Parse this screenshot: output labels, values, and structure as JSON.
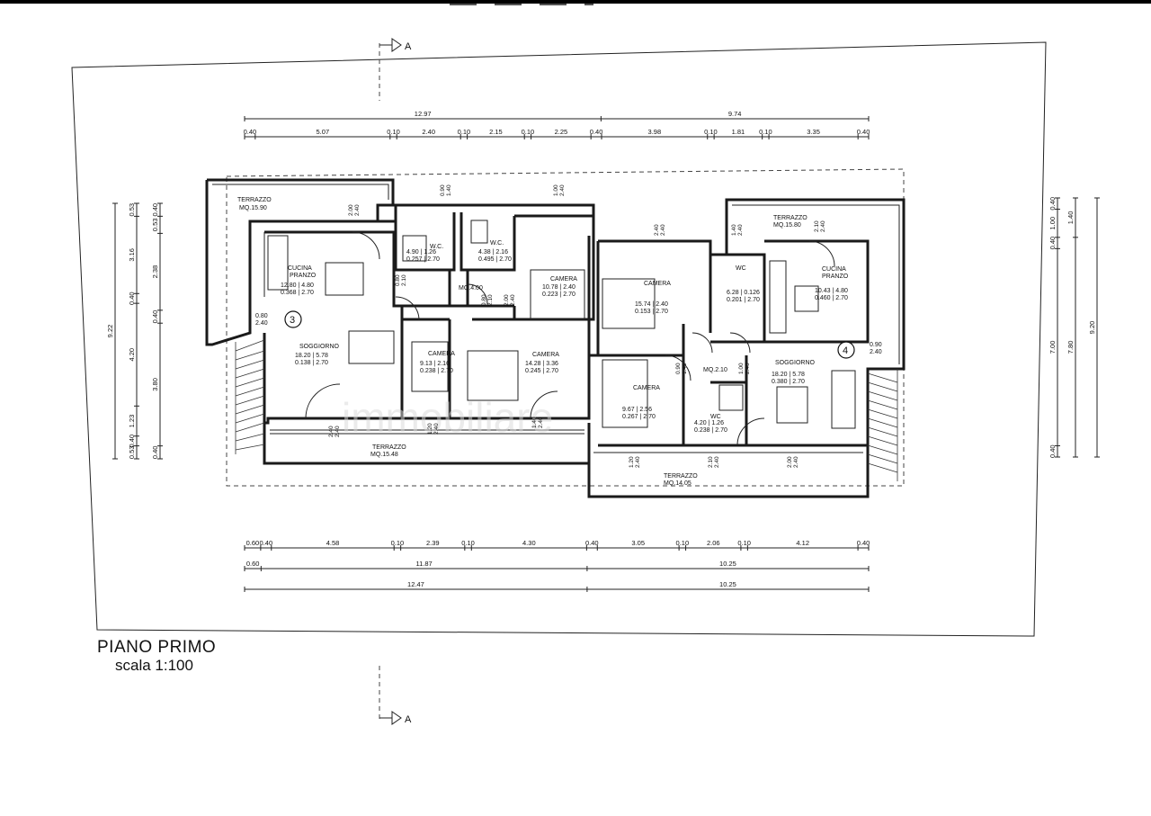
{
  "drawing": {
    "title": "PIANO PRIMO",
    "scale": "scala 1:100",
    "section_marker": "A"
  },
  "rooms": [
    {
      "id": "terrazzo-1",
      "name": "TERRAZZO",
      "area": "MQ.15.90"
    },
    {
      "id": "cucina-1",
      "name": "CUCINA\nPRANZO",
      "dims": [
        "12.80 | 4.80",
        "0.368 | 2.70"
      ]
    },
    {
      "id": "soggiorno-1",
      "name": "SOGGIORNO",
      "dims": [
        "18.20 | 5.78",
        "0.138 | 2.70"
      ]
    },
    {
      "id": "wc-1",
      "name": "W.C.",
      "dims": [
        "4.90 | 1.26",
        "0.257 | 2.70"
      ]
    },
    {
      "id": "wc-2",
      "name": "W.C.",
      "dims": [
        "4.38 | 2.16",
        "0.495 | 2.70"
      ]
    },
    {
      "id": "disimpegno-1",
      "name": "",
      "area": "MQ.4.00"
    },
    {
      "id": "camera-1",
      "name": "CAMERA",
      "dims": [
        "10.78 | 2.40",
        "0.223 | 2.70"
      ]
    },
    {
      "id": "camera-2",
      "name": "CAMERA",
      "dims": [
        "9.13 | 2.16",
        "0.238 | 2.70"
      ]
    },
    {
      "id": "camera-3",
      "name": "CAMERA",
      "dims": [
        "14.28 | 3.36",
        "0.245 | 2.70"
      ]
    },
    {
      "id": "terrazzo-2",
      "name": "TERRAZZO",
      "area": "MQ.15.48"
    },
    {
      "id": "camera-4",
      "name": "CAMERA",
      "dims": [
        "15.74 | 2.40",
        "0.153 | 2.70"
      ]
    },
    {
      "id": "wc-3",
      "name": "WC",
      "dims": [
        "6.28 | 0.126",
        "0.201 | 2.70"
      ]
    },
    {
      "id": "terrazzo-3",
      "name": "TERRAZZO",
      "area": "MQ.15.80"
    },
    {
      "id": "cucina-2",
      "name": "CUCINA\nPRANZO",
      "dims": [
        "10.43 | 4.80",
        "0.460 | 2.70"
      ]
    },
    {
      "id": "camera-5",
      "name": "CAMERA",
      "dims": [
        "9.67 | 2.56",
        "0.267 | 2.70"
      ]
    },
    {
      "id": "disimpegno-2",
      "name": "",
      "area": "MQ.2.10"
    },
    {
      "id": "wc-4",
      "name": "WC",
      "dims": [
        "4.20 | 1.26",
        "0.238 | 2.70"
      ]
    },
    {
      "id": "soggiorno-2",
      "name": "SOGGIORNO",
      "dims": [
        "18.20 | 5.78",
        "0.380 | 2.70"
      ]
    },
    {
      "id": "terrazzo-4",
      "name": "TERRAZZO",
      "area": "MQ.14.05"
    }
  ],
  "units": [
    {
      "id": "unit-3",
      "label": "3",
      "door": "0.80\n2.40"
    },
    {
      "id": "unit-4",
      "label": "4",
      "door": "0.90\n2.40"
    }
  ],
  "dimensions": {
    "top_total": [
      "12.97",
      "9.74"
    ],
    "top_parts": [
      "0.40",
      "5.07",
      "0.10",
      "2.40",
      "0.10",
      "2.15",
      "0.10",
      "2.25",
      "0.40",
      "3.98",
      "0.10",
      "1.81",
      "0.10",
      "3.35",
      "0.40"
    ],
    "bottom_parts": [
      "0.60",
      "0.40",
      "4.58",
      "0.10",
      "2.39",
      "0.10",
      "4.30",
      "0.40",
      "3.05",
      "0.10",
      "2.06",
      "0.10",
      "4.12",
      "0.40"
    ],
    "bottom_mid": [
      "0.60",
      "11.87",
      "10.25"
    ],
    "bottom_total": [
      "12.47",
      "10.25"
    ],
    "left_outer": "9.22",
    "left_parts": [
      "0.53",
      "3.16",
      "0.40",
      "4.20",
      "1.23",
      "0.40",
      "0.53"
    ],
    "left_inner": [
      "0.40",
      "0.53",
      "2.38",
      "0.40",
      "3.80",
      "0.40"
    ],
    "right_outer": "9.20",
    "right_mid": [
      "1.40",
      "7.80"
    ],
    "right_inner": [
      "0.40",
      "1.00",
      "0.40",
      "7.00",
      "0.40"
    ]
  },
  "openings": [
    "2.00\n2.40",
    "0.80\n2.10",
    "0.90\n1.40",
    "1.00\n2.40",
    "1.40\n2.40",
    "2.40\n2.40",
    "1.20\n2.40",
    "2.10\n2.40"
  ],
  "watermark": "immobiliare"
}
